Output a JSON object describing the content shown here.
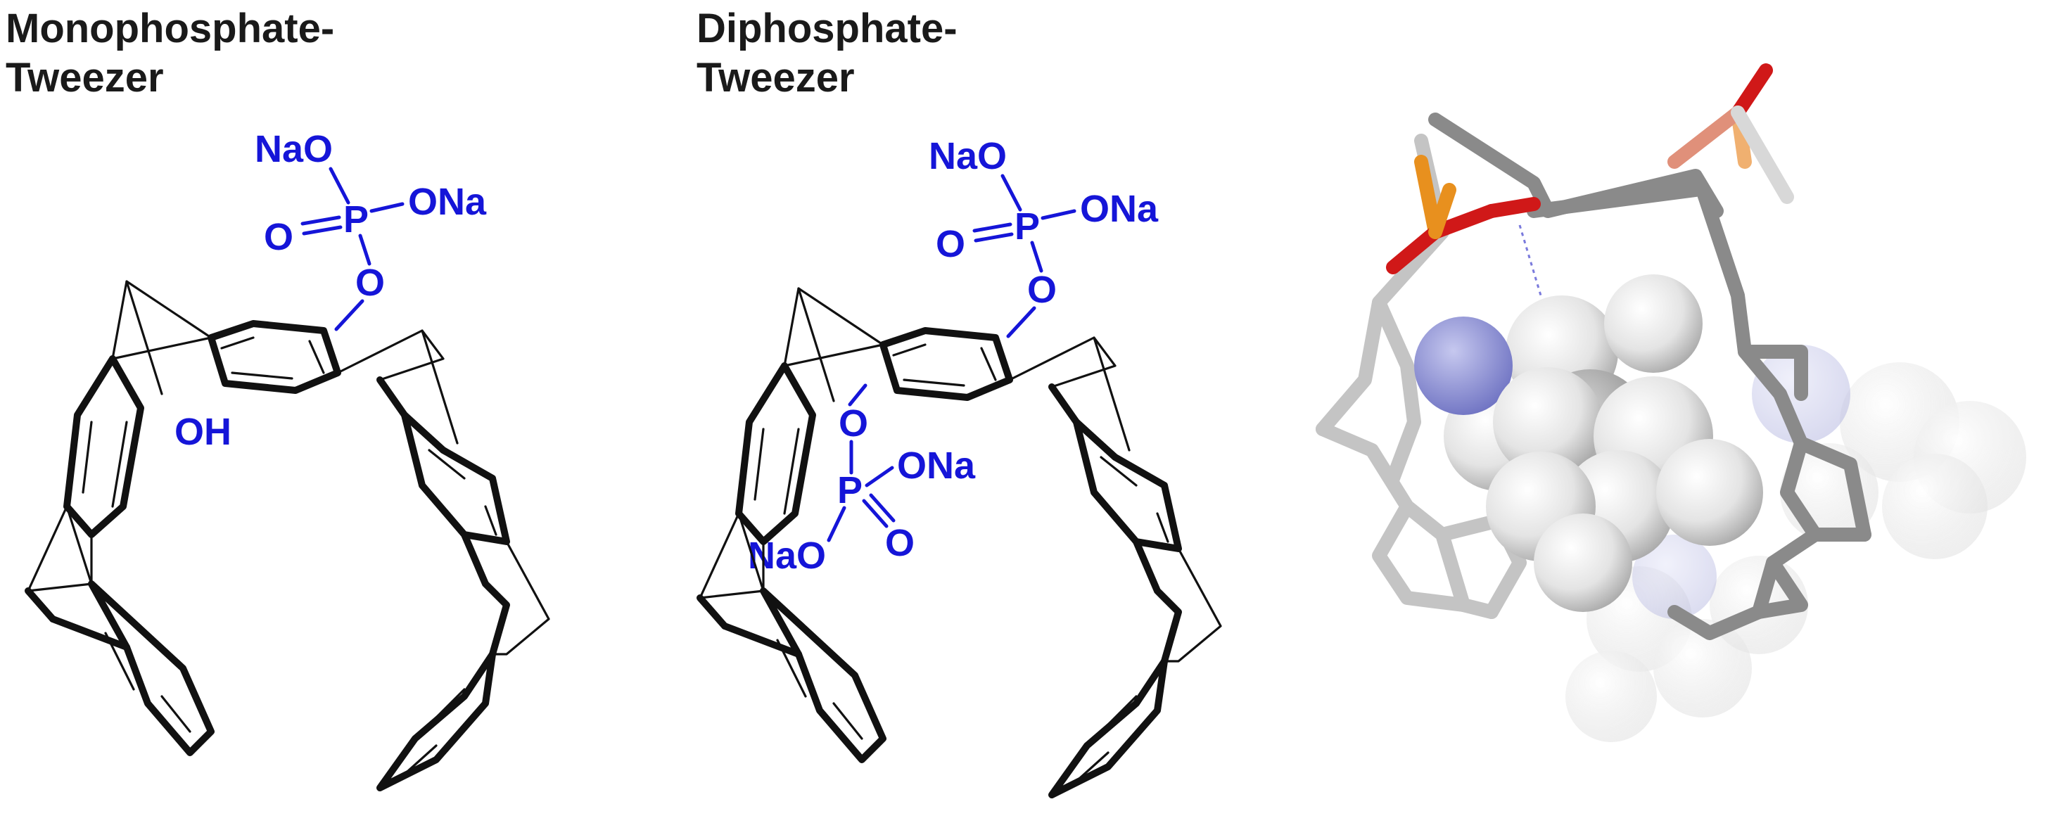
{
  "panels": [
    {
      "title_line1": "Monophosphate-",
      "title_line2": "Tweezer",
      "labels": {
        "nao": "NaO",
        "o_dbl": "O",
        "p": "P",
        "ona": "ONa",
        "o_link": "O",
        "oh": "OH"
      }
    },
    {
      "title_line1": "Diphosphate-",
      "title_line2": "Tweezer",
      "labels": {
        "nao": "NaO",
        "o_dbl": "O",
        "p": "P",
        "ona": "ONa",
        "o_link": "O",
        "o_link2": "O",
        "p2": "P",
        "ona2": "ONa",
        "nao2": "NaO",
        "o_dbl2": "O"
      }
    }
  ],
  "colors": {
    "heteroatom_label": "#1515d8",
    "carbon_bond": "#111111",
    "stick_carbon": "#8a8a8a",
    "stick_phosphorus": "#e8901e",
    "stick_oxygen": "#d01818",
    "sphere_hydrogen": "#f0f0f0",
    "sphere_nitrogen": "#8f93d8"
  },
  "model": {
    "style": "3D stick and space-filling model"
  }
}
